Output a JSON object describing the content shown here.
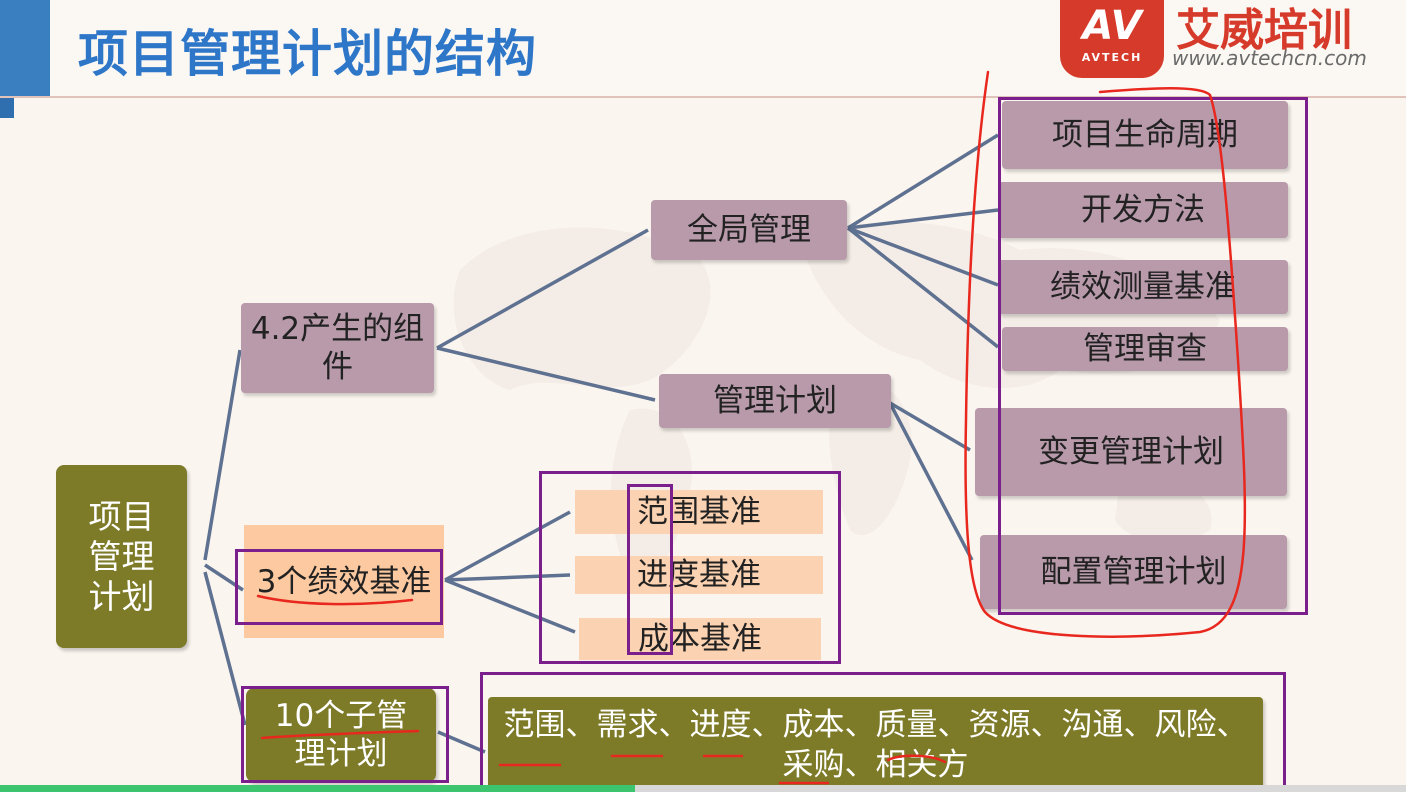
{
  "title": "项目管理计划的结构",
  "logo": {
    "badge": "AV",
    "badge_sub": "AVTECH",
    "name": "艾威培训",
    "url": "www.avtechcn.com"
  },
  "root": "项目管理计划",
  "branches": {
    "components": "4.2产生的组件",
    "baselines": "3个绩效基准",
    "subplans": "10个子管理计划"
  },
  "components_children": {
    "global": "全局管理",
    "plans": "管理计划"
  },
  "global_children": [
    "项目生命周期",
    "开发方法",
    "绩效测量基准",
    "管理审查"
  ],
  "plan_children": [
    "变更管理计划",
    "配置管理计划"
  ],
  "baseline_children": [
    "范围基准",
    "进度基准",
    "成本基准"
  ],
  "subplan_list": "范围、需求、进度、成本、质量、资源、沟通、风险、采购、相关方",
  "colors": {
    "mauve": "#b89aab",
    "olive": "#7d7a28",
    "peach": "#fdc9a0",
    "annotation_red": "#e8281e",
    "annotation_purple": "#7a1f8c"
  }
}
